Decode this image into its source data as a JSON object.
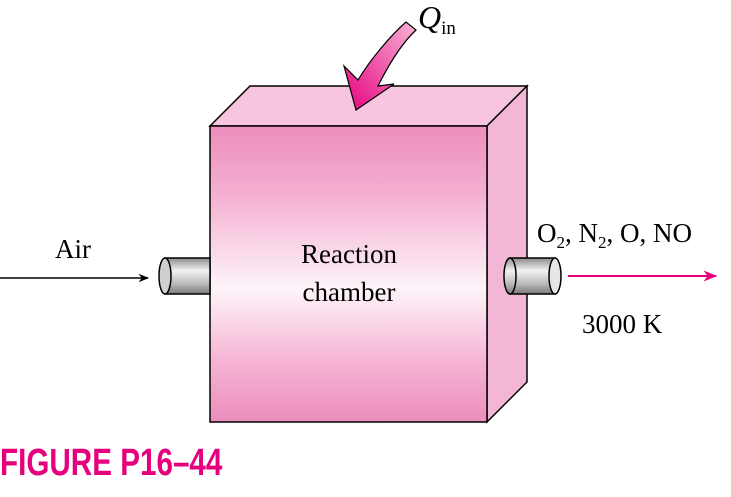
{
  "labels": {
    "heat_symbol": "Q",
    "heat_subscript": "in",
    "inlet": "Air",
    "chamber_line1": "Reaction",
    "chamber_line2": "chamber",
    "outlet_o2_base": "O",
    "outlet_o2_sub": "2",
    "outlet_sep1": ", ",
    "outlet_n2_base": "N",
    "outlet_n2_sub": "2",
    "outlet_rest": ", O, NO",
    "outlet_temperature": "3000 K"
  },
  "caption": "FIGURE P16–44",
  "colors": {
    "caption": "#e6007e",
    "arrow_in": "#000000",
    "arrow_out": "#e6007e",
    "heat_arrow": "#e6007e",
    "box_front_light": "#fdf2f8",
    "box_front_dark": "#f09cc6",
    "box_side": "#f3b6d4",
    "box_top": "#f7c6de"
  },
  "icons": {
    "heat_arrow": "curved-arrow-icon",
    "inlet_pipe": "pipe-icon",
    "outlet_pipe": "pipe-icon"
  }
}
